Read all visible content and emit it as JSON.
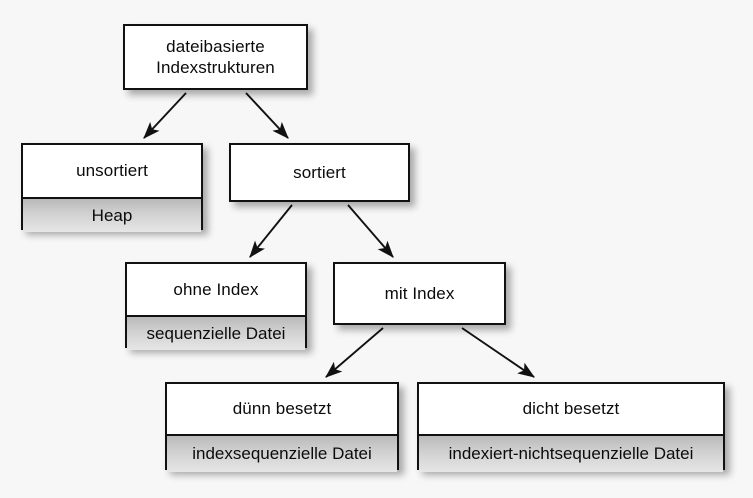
{
  "diagram": {
    "title": "dateibasierte Indexstrukturen",
    "background_color": "#f7f7f7",
    "node_fill": "#ffffff",
    "node_sub_fill": "#cfcfcf",
    "border_color": "#111111",
    "arrow_color": "#111111",
    "nodes": [
      {
        "id": "root",
        "label": "dateibasierte\nIndexstrukturen",
        "sub": null
      },
      {
        "id": "unsortiert",
        "label": "unsortiert",
        "sub": "Heap"
      },
      {
        "id": "sortiert",
        "label": "sortiert",
        "sub": null
      },
      {
        "id": "ohne",
        "label": "ohne Index",
        "sub": "sequenzielle Datei"
      },
      {
        "id": "mit",
        "label": "mit Index",
        "sub": null
      },
      {
        "id": "duenn",
        "label": "dünn besetzt",
        "sub": "indexsequenzielle Datei"
      },
      {
        "id": "dicht",
        "label": "dicht besetzt",
        "sub": "indexiert-nichtsequenzielle Datei"
      }
    ],
    "edges": [
      {
        "from": "root",
        "to": "unsortiert"
      },
      {
        "from": "root",
        "to": "sortiert"
      },
      {
        "from": "sortiert",
        "to": "ohne"
      },
      {
        "from": "sortiert",
        "to": "mit"
      },
      {
        "from": "mit",
        "to": "duenn"
      },
      {
        "from": "mit",
        "to": "dicht"
      }
    ]
  }
}
